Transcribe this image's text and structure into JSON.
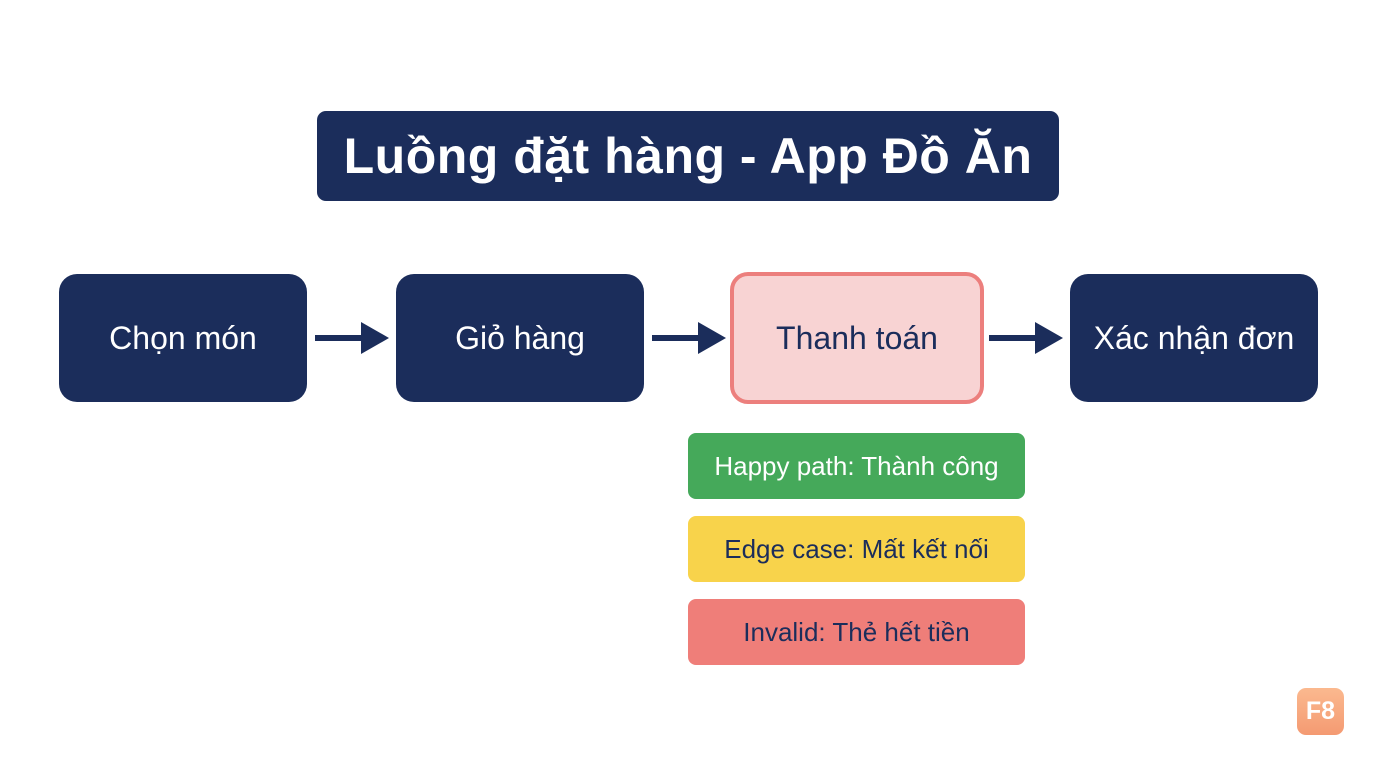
{
  "title": "Luồng đặt hàng - App Đồ Ăn",
  "steps": [
    {
      "label": "Chọn món"
    },
    {
      "label": "Giỏ hàng"
    },
    {
      "label": "Thanh toán"
    },
    {
      "label": "Xác nhận đơn"
    }
  ],
  "cases": {
    "happy": "Happy path: Thành công",
    "edge": "Edge case: Mất kết nối",
    "invalid": "Invalid: Thẻ hết tiền"
  },
  "logo": "F8",
  "colors": {
    "navy": "#1b2d5b",
    "highlight_fill": "#f8d3d3",
    "highlight_border": "#ec7f7d",
    "happy": "#45a95a",
    "edge": "#f8d34b",
    "invalid": "#ef7e79",
    "logo": "#f6a57c"
  }
}
